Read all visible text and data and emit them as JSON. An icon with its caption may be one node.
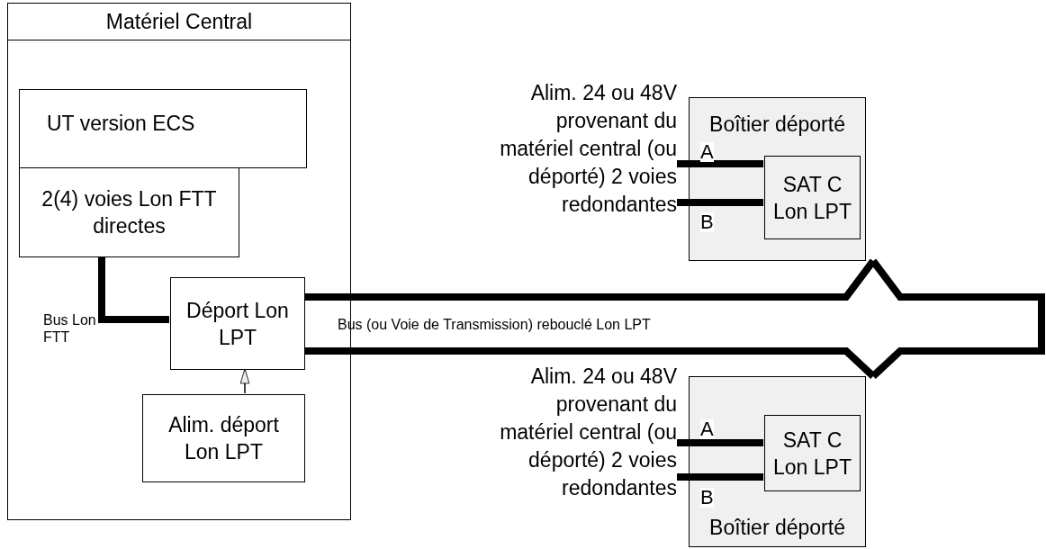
{
  "diagram": {
    "nodes": [
      {
        "text": [
          "Matériel Central"
        ]
      },
      {
        "text": [
          "UT version ECS"
        ],
        "in": 0
      },
      {
        "text": [
          "2(4) voies Lon FTT directes"
        ],
        "in": 0
      },
      {
        "text": [
          "Déport Lon LPT"
        ],
        "in": 0
      },
      {
        "text": [
          "Alim. déport Lon LPT"
        ],
        "in": 0
      },
      {
        "text": [
          "Boîtier déporté"
        ]
      },
      {
        "text": [
          "SAT C Lon LPT"
        ],
        "in": 5
      },
      {
        "text": [
          "Boîtier déporté"
        ]
      },
      {
        "text": [
          "SAT C Lon LPT"
        ],
        "in": 7
      },
      {
        "text": [
          "Alim. 24 ou 48V provenant du matériel central (ou déporté) 2 voies redondantes"
        ]
      },
      {
        "text": [
          "Alim. 24 ou 48V provenant du matériel central (ou déporté) 2 voies redondantes"
        ]
      }
    ],
    "edges": [
      {
        "from": 2,
        "to": 3,
        "arrow": "none",
        "label": "Bus Lon FTT"
      },
      {
        "from": 4,
        "to": 3,
        "arrow": "to"
      },
      {
        "from": 9,
        "to": 6,
        "arrow": "none",
        "label": "A"
      },
      {
        "from": 9,
        "to": 6,
        "arrow": "none",
        "label": "B"
      },
      {
        "from": 10,
        "to": 8,
        "arrow": "none",
        "label": "A"
      },
      {
        "from": 10,
        "to": 8,
        "arrow": "none",
        "label": "B"
      },
      {
        "from": 3,
        "to": 5,
        "arrow": "none"
      },
      {
        "from": 5,
        "to": 7,
        "arrow": "none"
      },
      {
        "from": 3,
        "to": 7,
        "arrow": "none"
      }
    ],
    "labels": [
      "Bus (ou Voie de Transmission) rebouclé Lon LPT"
    ]
  }
}
